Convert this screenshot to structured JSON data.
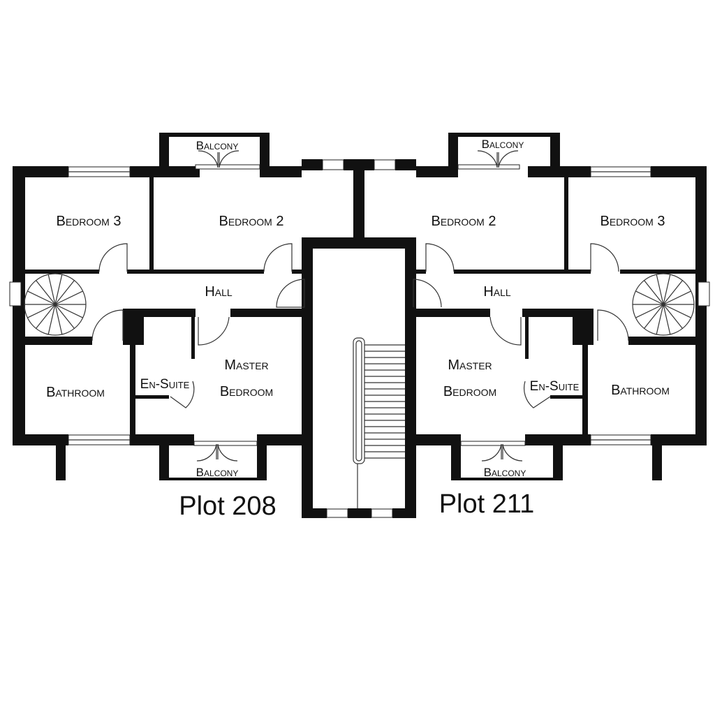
{
  "rooms": {
    "left_bedroom3": "Bedroom 3",
    "left_bedroom2": "Bedroom 2",
    "left_hall": "Hall",
    "left_bathroom": "Bathroom",
    "left_ensuite": "En-Suite",
    "left_master_1": "Master",
    "left_master_2": "Bedroom",
    "left_balcony_top": "Balcony",
    "left_balcony_bottom": "Balcony",
    "right_bedroom2": "Bedroom 2",
    "right_bedroom3": "Bedroom 3",
    "right_hall": "Hall",
    "right_master_1": "Master",
    "right_master_2": "Bedroom",
    "right_ensuite": "En-Suite",
    "right_bathroom": "Bathroom",
    "right_balcony_top": "Balcony",
    "right_balcony_bottom": "Balcony"
  },
  "plots": {
    "left": "Plot 208",
    "right": "Plot 211"
  }
}
